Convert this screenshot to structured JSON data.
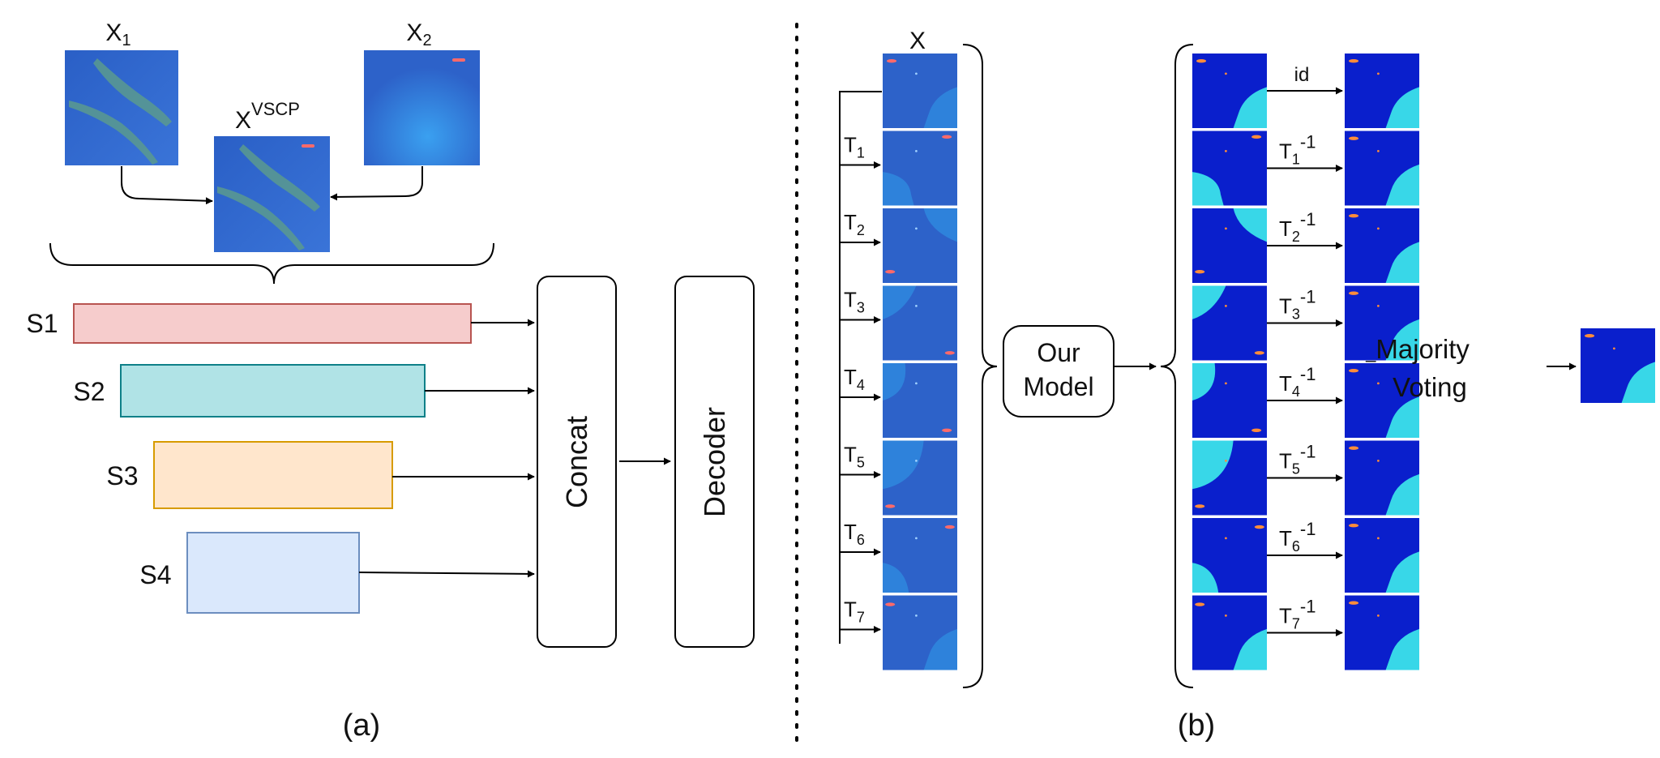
{
  "panel_a": {
    "x1_label": "X",
    "x1_sub": "1",
    "x2_label": "X",
    "x2_sub": "2",
    "xvscp_label": "X",
    "xvscp_sup": "VSCP",
    "stages": [
      {
        "label": "S1",
        "fill": "#f6cccc",
        "stroke": "#b85450"
      },
      {
        "label": "S2",
        "fill": "#b0e3e6",
        "stroke": "#0e8088"
      },
      {
        "label": "S3",
        "fill": "#ffe6cc",
        "stroke": "#d79b00"
      },
      {
        "label": "S4",
        "fill": "#dae8fc",
        "stroke": "#6c8ebf"
      }
    ],
    "concat_label": "Concat",
    "decoder_label": "Decoder",
    "caption": "(a)"
  },
  "panel_b": {
    "input_label": "X",
    "transforms": [
      {
        "label": "T",
        "sub": "1"
      },
      {
        "label": "T",
        "sub": "2"
      },
      {
        "label": "T",
        "sub": "3"
      },
      {
        "label": "T",
        "sub": "4"
      },
      {
        "label": "T",
        "sub": "5"
      },
      {
        "label": "T",
        "sub": "6"
      },
      {
        "label": "T",
        "sub": "7"
      }
    ],
    "identity_label": "id",
    "inverse_label": "-1",
    "model_line1": "Our",
    "model_line2": "Model",
    "voting_line1": "Majority",
    "voting_line2": "Voting",
    "caption": "(b)"
  },
  "colors": {
    "satellite": "#2d62c9",
    "mask_background": "#0a1fcc",
    "mask_land": "#38d7e8",
    "mask_ship": "#ff8c3a"
  }
}
